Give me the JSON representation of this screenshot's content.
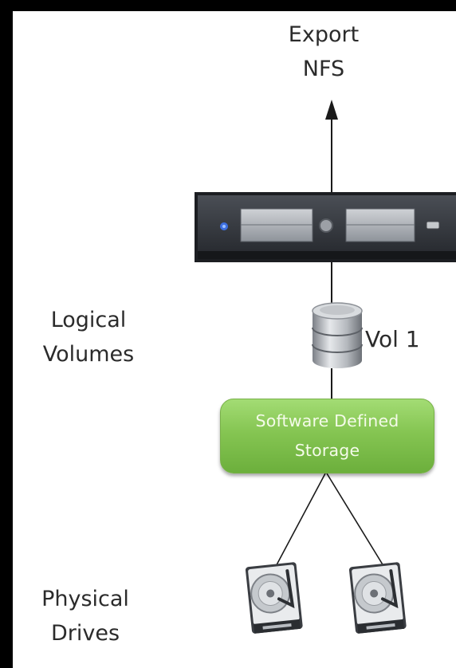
{
  "labels": {
    "export_line1": "Export",
    "export_line2": "NFS",
    "logical_line1": "Logical",
    "logical_line2": "Volumes",
    "physical_line1": "Physical",
    "physical_line2": "Drives",
    "volume": "Vol 1"
  },
  "sds": {
    "line1": "Software Defined",
    "line2": "Storage"
  },
  "icons": {
    "server": "server-icon",
    "volume": "database-cylinder-icon",
    "drive": "hard-drive-icon"
  },
  "colors": {
    "background": "#000000",
    "panel": "#ffffff",
    "sds_green": "#85c552",
    "server_dark": "#34373d",
    "led_blue": "#3d6fe0",
    "text": "#2b2b2b"
  }
}
